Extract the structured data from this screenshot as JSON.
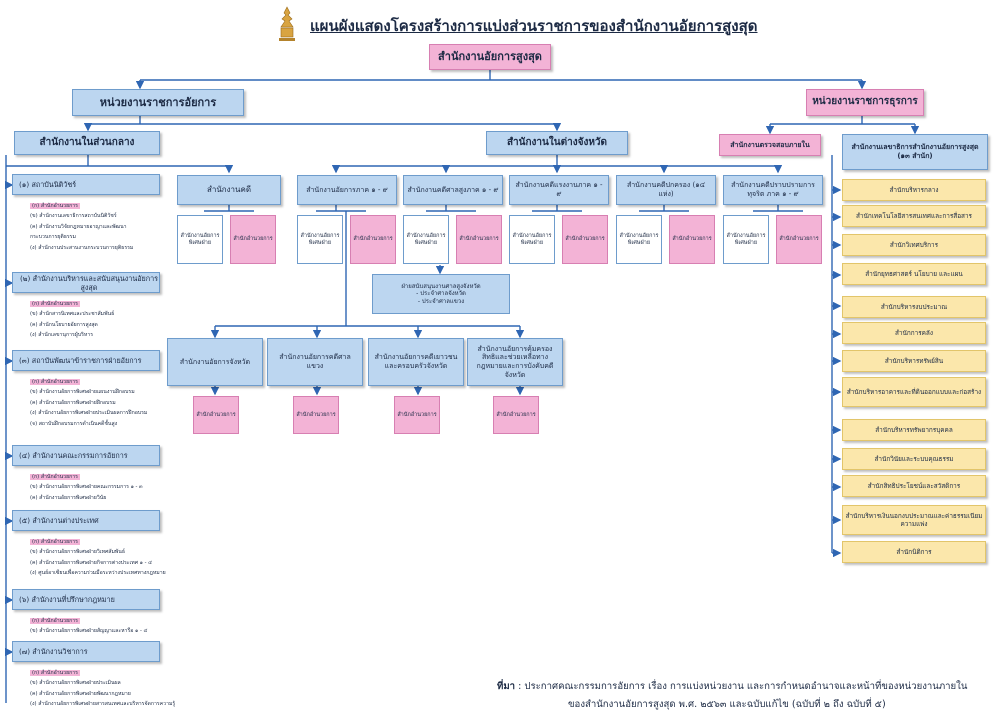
{
  "title": "แผนผังแสดงโครงสร้างการแบ่งส่วนราชการของสำนักงานอัยการสูงสุด",
  "top": "สำนักงานอัยการสูงสุด",
  "prosecution": "หน่วยงานราชการอัยการ",
  "admin": "หน่วยงานราชการธุรการ",
  "central": "สำนักงานในส่วนกลาง",
  "provincial": "สำนักงานในต่างจังหวัด",
  "audit": "สำนักงานตรวจสอบภายใน",
  "secretariat": "สำนักงานเลขาธิการสำนักงานอัยการสูงสุด (๑๓ สำนัก)",
  "central_sections": [
    {
      "title": "(๑) สถาบันนิติวัชร์",
      "items": [
        "(ก) สำนักอำนวยการ",
        "(ข) สำนักงานเลขาธิการสถาบันนิติวัชร์",
        "(ค) สำนักงานวิจัยกฎหมายอาญาและพัฒนา",
        "     กระบวนการยุติธรรม",
        "(ง) สำนักงานประสานงานกระบวนการยุติธรรม"
      ]
    },
    {
      "title": "(๒) สำนักงานบริหารและสนับสนุนงานอัยการสูงสุด",
      "items": [
        "(ก) สำนักอำนวยการ",
        "(ข) สำนักสารนิเทศและประชาสัมพันธ์",
        "(ค) สำนักนโยบายอัยการสูงสุด",
        "(ง) สำนักเลขานุการผู้บริหาร"
      ]
    },
    {
      "title": "(๓) สถาบันพัฒนาข้าราชการฝ่ายอัยการ",
      "items": [
        "(ก) สำนักอำนวยการ",
        "(ข) สำนักงานอัยการพิเศษฝ่ายแผนงานฝึกอบรม",
        "(ค) สำนักงานอัยการพิเศษฝ่ายฝึกอบรม",
        "(ง) สำนักงานอัยการพิเศษฝ่ายประเมินผลการฝึกอบรม",
        "(จ) สถาบันฝึกอบรมการดำเนินคดีชั้นสูง"
      ]
    },
    {
      "title": "(๔) สำนักงานคณะกรรมการอัยการ",
      "items": [
        "(ก) สำนักอำนวยการ",
        "(ข) สำนักงานอัยการพิเศษฝ่ายคณะกรรมการ ๑ - ๓",
        "(ค) สำนักงานอัยการพิเศษฝ่ายวินัย"
      ]
    },
    {
      "title": "(๕) สำนักงานต่างประเทศ",
      "items": [
        "(ก) สำนักอำนวยการ",
        "(ข) สำนักงานอัยการพิเศษฝ่ายวิเทศสัมพันธ์",
        "(ค) สำนักงานอัยการพิเศษฝ่ายกิจการต่างประเทศ ๑ - ๔",
        "(ง) ศูนย์อาเซียนเพื่อความร่วมมือระหว่างประเทศทางกฎหมาย"
      ]
    },
    {
      "title": "(๖) สำนักงานที่ปรึกษากฎหมาย",
      "items": [
        "(ก) สำนักอำนวยการ",
        "(ข) สำนักงานอัยการพิเศษฝ่ายสัญญาและหารือ ๑ - ๔"
      ]
    },
    {
      "title": "(๗) สำนักงานวิชาการ",
      "items": [
        "(ก) สำนักอำนวยการ",
        "(ข) สำนักงานอัยการพิเศษฝ่ายประเมินผล",
        "(ค) สำนักงานอัยการพิเศษฝ่ายพัฒนากฎหมาย",
        "(ง) สำนักงานอัยการพิเศษฝ่ายสารสนเทศและบริหารจัดการความรู้"
      ]
    }
  ],
  "litigation": "สำนักงานคดี",
  "special_div": "สำนักงานอัยการพิเศษฝ่าย",
  "admin_office": "สำนักอำนวยการ",
  "regions": [
    {
      "label": "สำนักงานอัยการภาค ๑ - ๙"
    },
    {
      "label": "สำนักงานคดีศาลสูงภาค ๑ - ๙"
    },
    {
      "label": "สำนักงานคดีแรงงานภาค ๑ - ๙"
    },
    {
      "label": "สำนักงานคดีปกครอง (๑๔ แห่ง)"
    },
    {
      "label": "สำนักงานคดีปราบปรามการทุจริต ภาค ๑ - ๙"
    }
  ],
  "support": [
    "ฝ่ายสนับสนุนงานศาลสูงจังหวัด",
    "- ประจำศาลจังหวัด",
    "- ประจำศาลแขวง"
  ],
  "lower": [
    "สำนักงานอัยการจังหวัด",
    "สำนักงานอัยการคดีศาลแขวง",
    "สำนักงานอัยการคดีเยาวชนและครอบครัวจังหวัด",
    "สำนักงานอัยการคุ้มครองสิทธิและช่วยเหลือทางกฎหมายและการบังคับคดีจังหวัด"
  ],
  "secretariat_units": [
    "สำนักบริหารกลาง",
    "สำนักเทคโนโลยีสารสนเทศและการสื่อสาร",
    "สำนักวิเทศบริการ",
    "สำนักยุทธศาสตร์ นโยบาย และแผน",
    "สำนักบริหารงบประมาณ",
    "สำนักการคลัง",
    "สำนักบริหารทรัพย์สิน",
    "สำนักบริหารอาคารและที่ดินออกแบบและก่อสร้าง",
    "สำนักบริหารทรัพยากรบุคคล",
    "สำนักวินัยและระบบคุณธรรม",
    "สำนักสิทธิประโยชน์และสวัสดิการ",
    "สำนักบริหารเงินนอกงบประมาณและค่าธรรมเนียมความแพ่ง",
    "สำนักนิติการ"
  ],
  "source_label": "ที่มา",
  "source_text": ": ประกาศคณะกรรมการอัยการ เรื่อง การแบ่งหน่วยงาน และการกำหนดอำนาจและหน้าที่ของหน่วยงานภายใน",
  "source_text2": "ของสำนักงานอัยการสูงสุด พ.ศ. ๒๕๖๓ และฉบับแก้ไข (ฉบับที่ ๒ ถึง ฉบับที่ ๕)",
  "colors": {
    "blue": "#bcd6f0",
    "pink": "#f3b3d6",
    "yellow": "#fbe7ab",
    "line": "#2f66b3",
    "title": "#1c2a44"
  }
}
